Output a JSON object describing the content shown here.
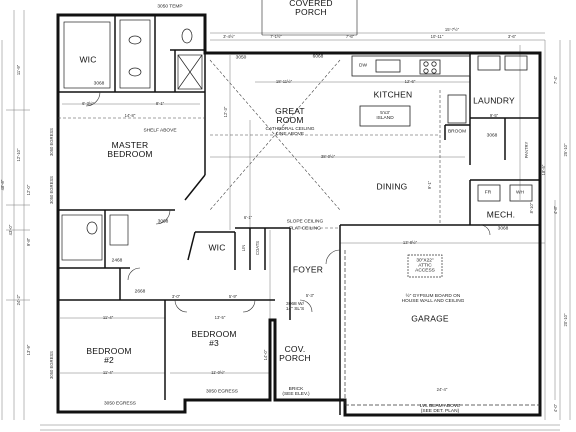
{
  "rooms": {
    "covered_porch": "COVERED\nPORCH",
    "wic_master": "WIC",
    "kitchen": "KITCHEN",
    "great_room": "GREAT\nROOM",
    "laundry": "LAUNDRY",
    "master_bedroom": "MASTER\nBEDROOM",
    "dining": "DINING",
    "mech": "MECH.",
    "wic_small": "WIC",
    "foyer": "FOYER",
    "garage": "GARAGE",
    "bedroom3": "BEDROOM\n#3",
    "bedroom2": "BEDROOM\n#2",
    "cov_porch": "COV.\nPORCH"
  },
  "notes": {
    "cathedral": "CATHEDRAL CEILING\nLINE ABOVE",
    "shelf_above": "SHELF ABOVE",
    "island": "5'x3'\nISLAND",
    "slope_ceiling": "SLOPE CEILING",
    "flat_ceiling": "FLAT CEILING",
    "access": "30\"X22\"\nATTIC\nACCESS",
    "gypsum": "½\" GYPSUM BOARD ON\nHOUSE WALL AND CEILING",
    "lvl_beam": "LVL BEAM ABOVE\n(SEE DET. PLAN)",
    "brick": "BRICK\n(SEE ELEV.)",
    "dw": "DW",
    "broom": "BROOM",
    "pantry": "PANTRY",
    "egress_bottom": "3050 EGRESS",
    "egress_b3": "3050 EGRESS",
    "egress_master1": "3050 EGRESS",
    "egress_master2": "3050 EGRESS",
    "egress_bed2": "3050 EGRESS",
    "tempered": "3050 TEMP",
    "door_3068_a": "3068",
    "door_3068_b": "3068",
    "door_3068_c": "3068",
    "door_3068_d": "3068",
    "door_3068_e": "3068 W/\n14\" SL'S",
    "door_6068": "6068",
    "window_3050": "3050",
    "door_2468": "2468",
    "door_2668": "2668",
    "linen": "LIN",
    "coats": "COATS",
    "wh": "WH",
    "fr": "FR"
  },
  "dims": {
    "top_1": "3'-4½\"",
    "top_2": "7'-1½\"",
    "top_3": "7'-6\"",
    "top_4": "10'-11\"",
    "top_5": "3'-6\"",
    "top_6": "15'-7½\"",
    "kitchen_w": "12'-6\"",
    "great_w": "18'-11½\"",
    "master_w": "14'-8\"",
    "master_w2": "6'-3½\"",
    "master_w3": "8'-1\"",
    "dining_w": "38'-0½\"",
    "laundry_w": "9'-5\"",
    "mid_1": "13'-8½\"",
    "mid_2": "6'-1\"",
    "mid_3": "5'-9\"",
    "foyer_w": "5'-3\"",
    "garage_w": "24'-4\"",
    "b3_w": "11'-0½\"",
    "b2_w": "11'-4\"",
    "bottom_1": "11'-4\"",
    "bottom_2": "3'-0\"",
    "bottom_3": "13'-5\"",
    "left_1": "11'-9\"",
    "left_2": "12'-10\"",
    "left_3": "12'-0\"",
    "left_4": "48'-8\"",
    "left_5": "43'-0\"",
    "left_6": "9'-8\"",
    "left_7": "24'-2\"",
    "left_8": "13'-9\"",
    "right_1": "7'-4\"",
    "right_2": "25'-10\"",
    "right_3": "20'-10\"",
    "right_4": "4'-0\"",
    "right_5": "18'-5\"",
    "right_6": "8'-10\"",
    "right_7": "4'-8\"",
    "center_v1": "12'-3\"",
    "center_v2": "9'-1\"",
    "center_v3": "14'-0\""
  }
}
